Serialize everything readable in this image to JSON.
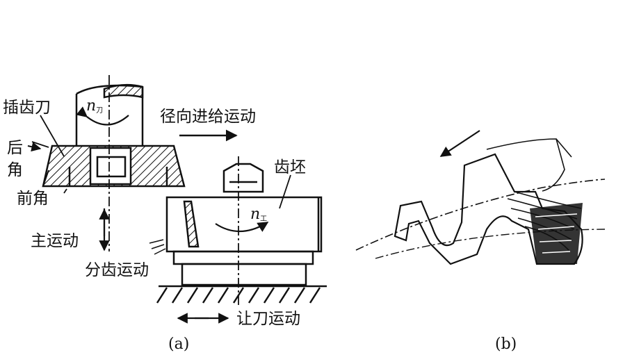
{
  "diagram": {
    "a": {
      "caption": "(a)",
      "labels": {
        "cutter": "插齿刀",
        "relief_angle_line1": "后",
        "relief_angle_line2": "角",
        "rake_angle": "前角",
        "main_motion": "主运动",
        "indexing_motion": "分齿运动",
        "radial_feed": "径向进给运动",
        "blank": "齿坯",
        "retract_motion": "让刀运动"
      },
      "symbols": {
        "cutter_speed": {
          "base": "n",
          "sub": "刀"
        },
        "work_speed": {
          "base": "n",
          "sub": "工"
        }
      }
    },
    "b": {
      "caption": "(b)"
    }
  }
}
